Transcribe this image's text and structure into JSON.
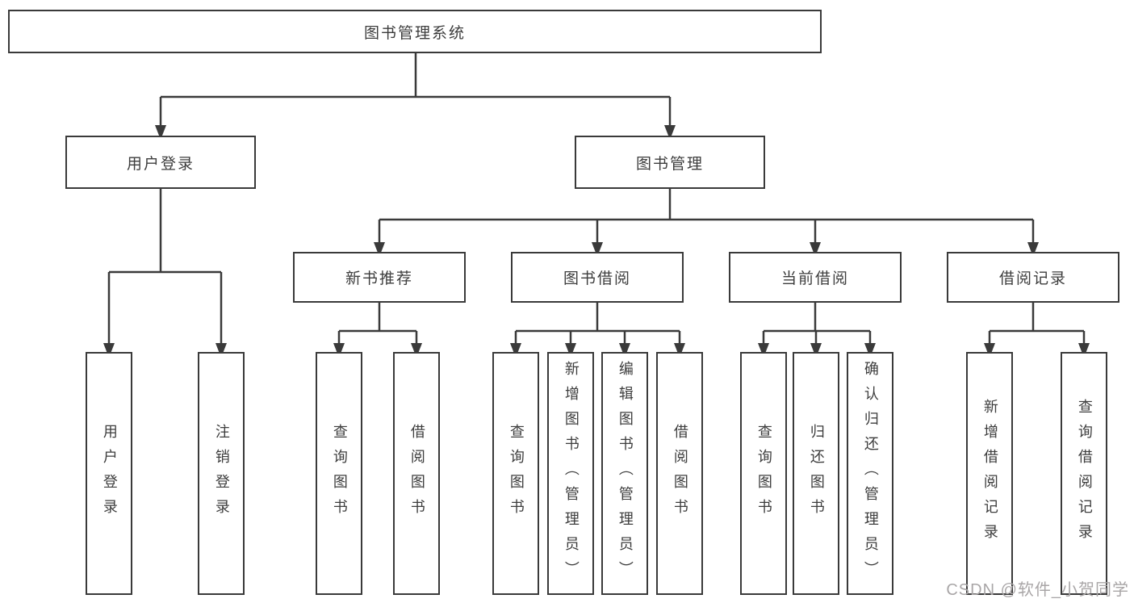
{
  "diagram": {
    "title": "图书管理系统",
    "branches": [
      {
        "label": "用户登录",
        "leaves": [
          "用户登录",
          "注销登录"
        ]
      },
      {
        "label": "图书管理",
        "groups": [
          {
            "label": "新书推荐",
            "leaves": [
              "查询图书",
              "借阅图书"
            ]
          },
          {
            "label": "图书借阅",
            "leaves": [
              "查询图书",
              "新增图书（管理员）",
              "编辑图书（管理员）",
              "借阅图书"
            ]
          },
          {
            "label": "当前借阅",
            "leaves": [
              "查询图书",
              "归还图书",
              "确认归还（管理员）"
            ]
          },
          {
            "label": "借阅记录",
            "leaves": [
              "新增借阅记录",
              "查询借阅记录"
            ]
          }
        ]
      }
    ]
  },
  "watermark": "CSDN @软件_小贺同学",
  "colors": {
    "line": "#3a3a3a",
    "text": "#3d3d3d",
    "box_background": "#ffffff",
    "watermark": "#a9a6a7",
    "background": "#ffffff"
  }
}
